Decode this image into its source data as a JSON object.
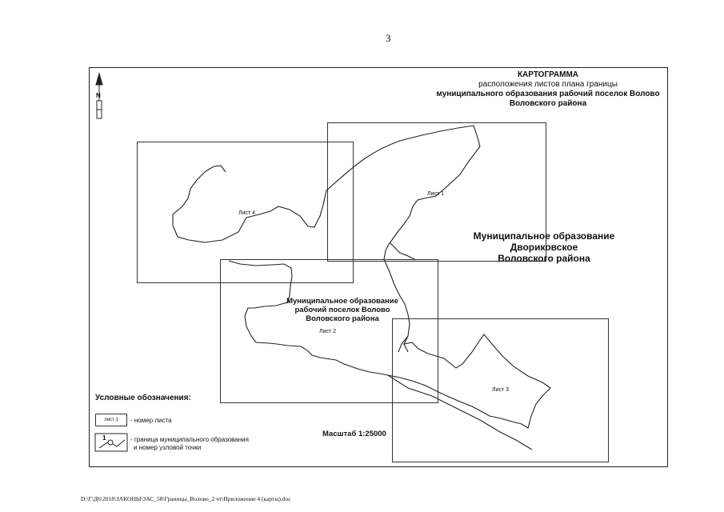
{
  "page_number": "3",
  "title": {
    "line1": "КАРТОГРАММА",
    "line2": "расположения листов плана границы",
    "line3": "муниципального образования рабочий поселок Волово",
    "line4": "Воловского района"
  },
  "north_arrow": {
    "letter": "N",
    "icon": "north-arrow-icon"
  },
  "sheets": [
    {
      "label": "Лист 1"
    },
    {
      "label": "Лист 2"
    },
    {
      "label": "Лист 3"
    },
    {
      "label": "Лист 4"
    }
  ],
  "regions": {
    "neighbor": {
      "line1": "Муниципальное образование Двориковское",
      "line2": "Воловского района"
    },
    "main": {
      "line1": "Муниципальное образование",
      "line2": "рабочий поселок Волово",
      "line3": "Воловского района"
    }
  },
  "legend": {
    "title": "Условные обозначения:",
    "sheet_sample_label": "лист 1",
    "sheet_desc": "- номер листа",
    "boundary_sample_number": "1",
    "boundary_desc_line1": "- граница муниципального образования",
    "boundary_desc_line2": "и номер узловой точки"
  },
  "scale": "Масштаб 1:25000",
  "footer_path": "D:\\Г\\Д6\\2018\\ЗАКОНЫ\\ЗАС_58\\Границы_Волово_2 чт\\Приложение 4 (карты).doc",
  "colors": {
    "ink": "#111111",
    "frame": "#222222"
  }
}
